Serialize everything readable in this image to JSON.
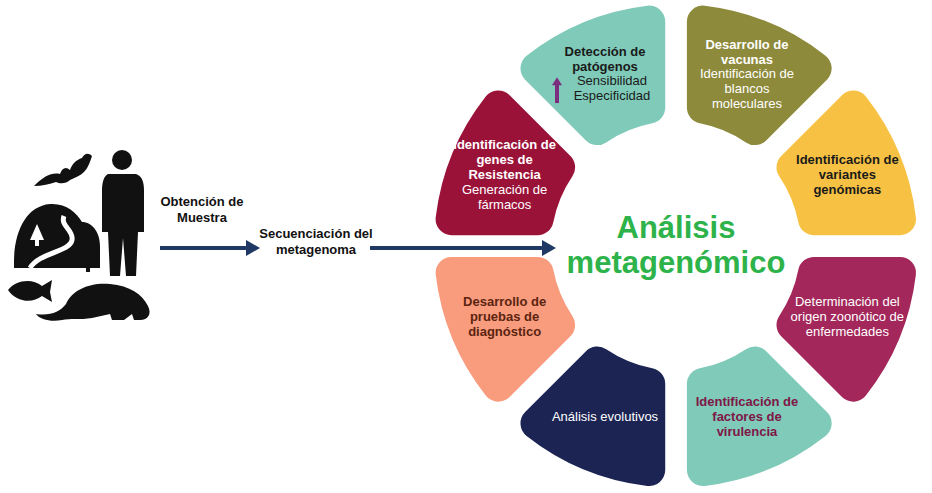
{
  "diagram": {
    "nodes": [
      {
        "text": [
          "Detección de patógenos",
          "Sensibilidad Especificidad"
        ]
      },
      {
        "text": [
          "Desarrollo de vacunas",
          "Identificación de blancos moleculares"
        ]
      },
      {
        "text": [
          "Identificación de variantes genómicas"
        ]
      },
      {
        "text": [
          "Determinación del origen zoonótico de enfermedades"
        ]
      },
      {
        "text": [
          "Identificación de factores de virulencia"
        ]
      },
      {
        "text": [
          "Análisis evolutivos"
        ]
      },
      {
        "text": [
          "Desarrollo de pruebas de diagnóstico"
        ]
      },
      {
        "text": [
          "Identificación de genes de Resistencia",
          "Generación de fármacos"
        ]
      }
    ],
    "labels": [
      "Obtención de Muestra",
      "Secuenciación del metagenoma",
      "Análisis metagenómico"
    ]
  }
}
